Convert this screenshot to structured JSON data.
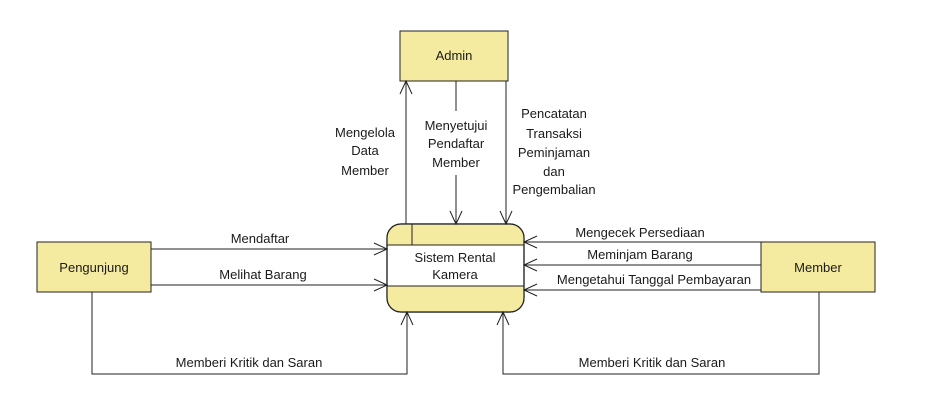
{
  "entities": {
    "admin": "Admin",
    "pengunjung": "Pengunjung",
    "member": "Member"
  },
  "process": {
    "line1": "Sistem Rental",
    "line2": "Kamera"
  },
  "flows": {
    "mengelola_data_member": [
      "Mengelola",
      "Data",
      "Member"
    ],
    "menyetujui_pendaftar_member": [
      "Menyetujui",
      "Pendaftar",
      "Member"
    ],
    "pencatatan_transaksi": [
      "Pencatatan",
      "Transaksi",
      "Peminjaman",
      "dan",
      "Pengembalian"
    ],
    "mendaftar": "Mendaftar",
    "melihat_barang": "Melihat  Barang",
    "kritik_pengunjung": "Memberi Kritik dan Saran",
    "mengecek_persediaan": "Mengecek Persediaan",
    "meminjam_barang": "Meminjam Barang",
    "mengetahui_tanggal": "Mengetahui Tanggal Pembayaran",
    "kritik_member": "Memberi Kritik dan Saran"
  }
}
